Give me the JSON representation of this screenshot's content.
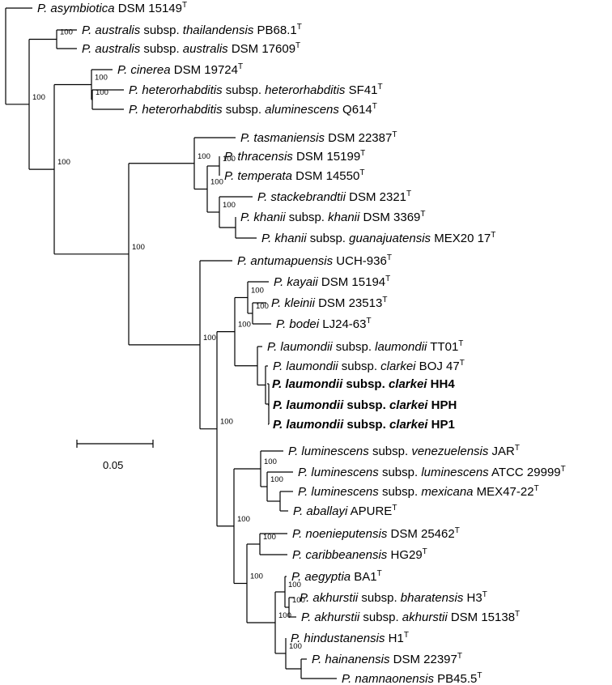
{
  "tree": {
    "taxa": [
      {
        "id": "asymbiotica",
        "genus": "P.",
        "parts": [
          {
            "t": "asymbiotica",
            "i": true
          },
          {
            "t": " DSM 15149",
            "i": false
          }
        ],
        "sup": "T"
      },
      {
        "id": "australis-thailandensis",
        "genus": "P.",
        "parts": [
          {
            "t": "australis",
            "i": true
          },
          {
            "t": " subsp. ",
            "i": false
          },
          {
            "t": "thailandensis",
            "i": true
          },
          {
            "t": " PB68.1",
            "i": false
          }
        ],
        "sup": "T"
      },
      {
        "id": "australis-australis",
        "genus": "P.",
        "parts": [
          {
            "t": "australis",
            "i": true
          },
          {
            "t": " subsp. ",
            "i": false
          },
          {
            "t": "australis",
            "i": true
          },
          {
            "t": " DSM 17609",
            "i": false
          }
        ],
        "sup": "T"
      },
      {
        "id": "cinerea",
        "genus": "P.",
        "parts": [
          {
            "t": "cinerea",
            "i": true
          },
          {
            "t": " DSM 19724",
            "i": false
          }
        ],
        "sup": "T"
      },
      {
        "id": "heterorhabditis-heterorhabditis",
        "genus": "P.",
        "parts": [
          {
            "t": "heterorhabditis",
            "i": true
          },
          {
            "t": " subsp. ",
            "i": false
          },
          {
            "t": "heterorhabditis",
            "i": true
          },
          {
            "t": " SF41",
            "i": false
          }
        ],
        "sup": "T"
      },
      {
        "id": "heterorhabditis-aluminescens",
        "genus": "P.",
        "parts": [
          {
            "t": "heterorhabditis",
            "i": true
          },
          {
            "t": " subsp. ",
            "i": false
          },
          {
            "t": "aluminescens",
            "i": true
          },
          {
            "t": " Q614",
            "i": false
          }
        ],
        "sup": "T"
      },
      {
        "id": "tasmaniensis",
        "genus": "P.",
        "parts": [
          {
            "t": "tasmaniensis",
            "i": true
          },
          {
            "t": " DSM 22387",
            "i": false
          }
        ],
        "sup": "T"
      },
      {
        "id": "thracensis",
        "genus": "P.",
        "parts": [
          {
            "t": "thracensis",
            "i": true
          },
          {
            "t": " DSM 15199",
            "i": false
          }
        ],
        "sup": "T"
      },
      {
        "id": "temperata",
        "genus": "P.",
        "parts": [
          {
            "t": "temperata",
            "i": true
          },
          {
            "t": " DSM 14550",
            "i": false
          }
        ],
        "sup": "T"
      },
      {
        "id": "stackebrandtii",
        "genus": "P.",
        "parts": [
          {
            "t": "stackebrandtii",
            "i": true
          },
          {
            "t": " DSM 2321",
            "i": false
          }
        ],
        "sup": "T"
      },
      {
        "id": "khanii-khanii",
        "genus": "P.",
        "parts": [
          {
            "t": "khanii",
            "i": true
          },
          {
            "t": " subsp. ",
            "i": false
          },
          {
            "t": "khanii",
            "i": true
          },
          {
            "t": " DSM 3369",
            "i": false
          }
        ],
        "sup": "T"
      },
      {
        "id": "khanii-guanajuatensis",
        "genus": "P.",
        "parts": [
          {
            "t": "khanii",
            "i": true
          },
          {
            "t": " subsp. ",
            "i": false
          },
          {
            "t": "guanajuatensis",
            "i": true
          },
          {
            "t": " MEX20 17",
            "i": false
          }
        ],
        "sup": "T"
      },
      {
        "id": "antumapuensis",
        "genus": "P.",
        "parts": [
          {
            "t": "antumapuensis",
            "i": true
          },
          {
            "t": " UCH-936",
            "i": false
          }
        ],
        "sup": "T"
      },
      {
        "id": "kayaii",
        "genus": "P.",
        "parts": [
          {
            "t": "kayaii",
            "i": true
          },
          {
            "t": " DSM 15194",
            "i": false
          }
        ],
        "sup": "T"
      },
      {
        "id": "kleinii",
        "genus": "P.",
        "parts": [
          {
            "t": "kleinii",
            "i": true
          },
          {
            "t": " DSM 23513",
            "i": false
          }
        ],
        "sup": "T"
      },
      {
        "id": "bodei",
        "genus": "P.",
        "parts": [
          {
            "t": "bodei",
            "i": true
          },
          {
            "t": " LJ24-63",
            "i": false
          }
        ],
        "sup": "T"
      },
      {
        "id": "laumondii-laumondii",
        "genus": "P.",
        "parts": [
          {
            "t": "laumondii",
            "i": true
          },
          {
            "t": " subsp. ",
            "i": false
          },
          {
            "t": "laumondii",
            "i": true
          },
          {
            "t": " TT01",
            "i": false
          }
        ],
        "sup": "T"
      },
      {
        "id": "laumondii-clarkei-boj47",
        "genus": "P.",
        "parts": [
          {
            "t": "laumondii",
            "i": true
          },
          {
            "t": " subsp. ",
            "i": false
          },
          {
            "t": "clarkei",
            "i": true
          },
          {
            "t": " BOJ 47",
            "i": false
          }
        ],
        "sup": "T"
      },
      {
        "id": "laumondii-clarkei-hh4",
        "genus": "P.",
        "bold": true,
        "parts": [
          {
            "t": "laumondii",
            "i": true
          },
          {
            "t": " subsp. ",
            "i": false
          },
          {
            "t": "clarkei",
            "i": true
          },
          {
            "t": " HH4",
            "i": false
          }
        ],
        "sup": ""
      },
      {
        "id": "laumondii-clarkei-hph",
        "genus": "P.",
        "bold": true,
        "parts": [
          {
            "t": "laumondii",
            "i": true
          },
          {
            "t": " subsp. ",
            "i": false
          },
          {
            "t": "clarkei",
            "i": true
          },
          {
            "t": " HPH",
            "i": false
          }
        ],
        "sup": ""
      },
      {
        "id": "laumondii-clarkei-hp1",
        "genus": "P.",
        "bold": true,
        "parts": [
          {
            "t": "laumondii",
            "i": true
          },
          {
            "t": " subsp. ",
            "i": false
          },
          {
            "t": "clarkei",
            "i": true
          },
          {
            "t": " HP1",
            "i": false
          }
        ],
        "sup": ""
      },
      {
        "id": "luminescens-venezuelensis",
        "genus": "P.",
        "parts": [
          {
            "t": "luminescens",
            "i": true
          },
          {
            "t": " subsp. ",
            "i": false
          },
          {
            "t": "venezuelensis",
            "i": true
          },
          {
            "t": " JAR",
            "i": false
          }
        ],
        "sup": "T"
      },
      {
        "id": "luminescens-luminescens",
        "genus": "P.",
        "parts": [
          {
            "t": "luminescens",
            "i": true
          },
          {
            "t": " subsp. ",
            "i": false
          },
          {
            "t": "luminescens",
            "i": true
          },
          {
            "t": " ATCC 29999",
            "i": false
          }
        ],
        "sup": "T"
      },
      {
        "id": "luminescens-mexicana",
        "genus": "P.",
        "parts": [
          {
            "t": "luminescens",
            "i": true
          },
          {
            "t": " subsp. ",
            "i": false
          },
          {
            "t": "mexicana",
            "i": true
          },
          {
            "t": " MEX47-22",
            "i": false
          }
        ],
        "sup": "T"
      },
      {
        "id": "aballayi",
        "genus": "P.",
        "parts": [
          {
            "t": "aballayi",
            "i": true
          },
          {
            "t": " APURE",
            "i": false
          }
        ],
        "sup": "T"
      },
      {
        "id": "noenieputensis",
        "genus": "P.",
        "parts": [
          {
            "t": "noenieputensis",
            "i": true
          },
          {
            "t": " DSM 25462",
            "i": false
          }
        ],
        "sup": "T"
      },
      {
        "id": "caribbeanensis",
        "genus": "P.",
        "parts": [
          {
            "t": "caribbeanensis",
            "i": true
          },
          {
            "t": " HG29",
            "i": false
          }
        ],
        "sup": "T"
      },
      {
        "id": "aegyptia",
        "genus": "P.",
        "parts": [
          {
            "t": "aegyptia",
            "i": true
          },
          {
            "t": " BA1",
            "i": false
          }
        ],
        "sup": "T"
      },
      {
        "id": "akhurstii-bharatensis",
        "genus": "P.",
        "parts": [
          {
            "t": "akhurstii",
            "i": true
          },
          {
            "t": " subsp. ",
            "i": false
          },
          {
            "t": "bharatensis",
            "i": true
          },
          {
            "t": " H3",
            "i": false
          }
        ],
        "sup": "T"
      },
      {
        "id": "akhurstii-akhurstii",
        "genus": "P.",
        "parts": [
          {
            "t": "akhurstii",
            "i": true
          },
          {
            "t": " subsp. ",
            "i": false
          },
          {
            "t": "akhurstii",
            "i": true
          },
          {
            "t": " DSM 15138",
            "i": false
          }
        ],
        "sup": "T"
      },
      {
        "id": "hindustanensis",
        "genus": "P.",
        "parts": [
          {
            "t": "hindustanensis",
            "i": true
          },
          {
            "t": " H1",
            "i": false
          }
        ],
        "sup": "T"
      },
      {
        "id": "hainanensis",
        "genus": "P.",
        "parts": [
          {
            "t": "hainanensis",
            "i": true
          },
          {
            "t": " DSM 22397",
            "i": false
          }
        ],
        "sup": "T"
      },
      {
        "id": "namnaonensis",
        "genus": "P.",
        "parts": [
          {
            "t": "namnaonensis",
            "i": true
          },
          {
            "t": " PB45.5",
            "i": false
          }
        ],
        "sup": "T"
      }
    ],
    "bootstrap_value": "100",
    "scale_bar_label": "0.05"
  }
}
